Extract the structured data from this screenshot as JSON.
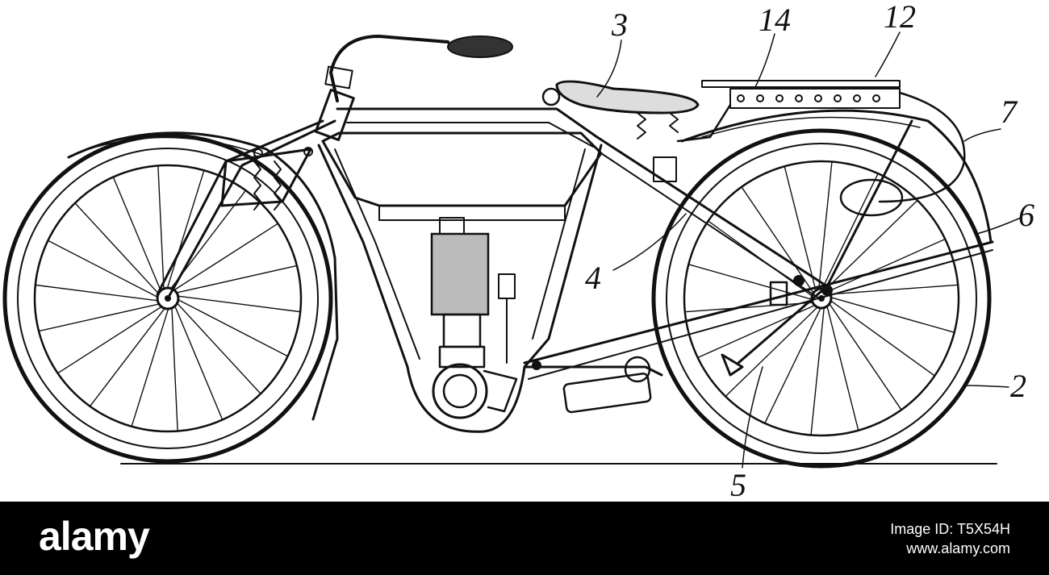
{
  "figure": {
    "callouts": [
      "3",
      "14",
      "12",
      "7",
      "6",
      "4",
      "2",
      "5"
    ]
  },
  "footer": {
    "brand": "alamy",
    "image_id_label": "Image ID: T5X54H",
    "site_url": "www.alamy.com"
  },
  "colors": {
    "ink": "#111111",
    "paper": "#ffffff",
    "footer_bg": "#000000",
    "footer_text": "#ffffff"
  }
}
